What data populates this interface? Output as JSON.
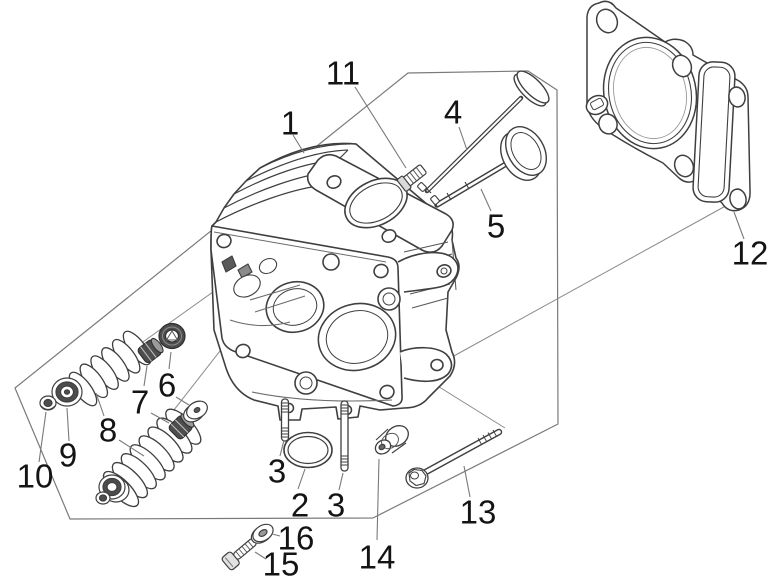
{
  "diagram": {
    "kind": "exploded-parts-diagram",
    "subject": "cylinder-head-assembly",
    "colors": {
      "background": "#ffffff",
      "part_line": "#3f3f3f",
      "detail_line": "#6a6a6a",
      "boundary_line": "#7a7a7a",
      "dark_fill": "#4d4d4d",
      "label": "#141414"
    },
    "callouts": [
      {
        "number": "1"
      },
      {
        "number": "2"
      },
      {
        "number": "3"
      },
      {
        "number": "3"
      },
      {
        "number": "4"
      },
      {
        "number": "5"
      },
      {
        "number": "6"
      },
      {
        "number": "7"
      },
      {
        "number": "8"
      },
      {
        "number": "9"
      },
      {
        "number": "10"
      },
      {
        "number": "11"
      },
      {
        "number": "12"
      },
      {
        "number": "13"
      },
      {
        "number": "14"
      },
      {
        "number": "15"
      },
      {
        "number": "16"
      }
    ]
  }
}
